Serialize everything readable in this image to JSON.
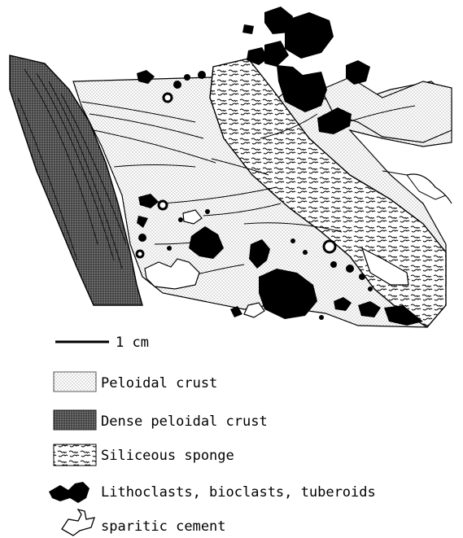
{
  "scale_bar": {
    "label": "1 cm"
  },
  "legend": {
    "items": [
      {
        "key": "peloidal-crust",
        "label": "Peloidal crust",
        "swatch": "light-stipple",
        "color": "#d9d9d9"
      },
      {
        "key": "dense-peloidal-crust",
        "label": "Dense peloidal crust",
        "swatch": "dark-stipple",
        "color": "#4a4a4a"
      },
      {
        "key": "siliceous-sponge",
        "label": "Siliceous sponge",
        "swatch": "vermicular-pattern",
        "color": "#ffffff"
      },
      {
        "key": "lithoclasts",
        "label": "Lithoclasts, bioclasts, tuberoids",
        "swatch": "black-blobs",
        "color": "#000000"
      },
      {
        "key": "sparitic-cement",
        "label": "sparitic cement",
        "swatch": "outline-shape",
        "color": "#000000"
      }
    ]
  }
}
